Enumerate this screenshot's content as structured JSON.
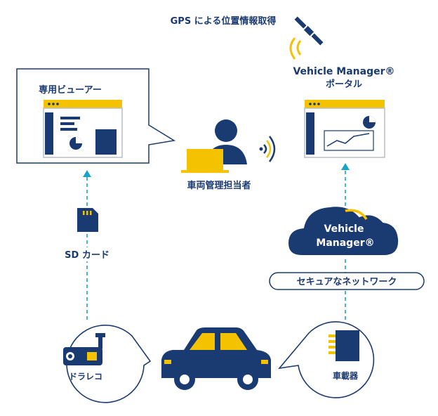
{
  "title": "GPS による位置情報取得",
  "viewer": {
    "label": "専用ビューアー"
  },
  "portal": {
    "line1": "Vehicle Manager®",
    "line2": "ポータル"
  },
  "manager": {
    "label": "車両管理担当者"
  },
  "sd_card": {
    "label": "SD カード"
  },
  "cloud": {
    "line1": "Vehicle",
    "line2": "Manager®"
  },
  "network": {
    "label": "セキュアなネットワーク"
  },
  "dashcam": {
    "label": "ドラレコ"
  },
  "onboard": {
    "label": "車載器"
  },
  "colors": {
    "navy": "#1a3a72",
    "yellow": "#f5c200",
    "link": "#1ba3c6",
    "gray": "#b9bec7"
  }
}
